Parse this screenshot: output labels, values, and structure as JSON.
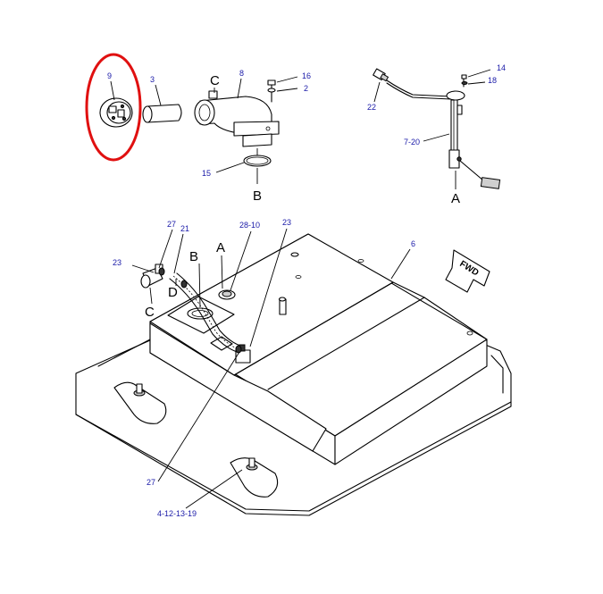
{
  "highlight_color": "#e01010",
  "callout_color": "#1a1aa8",
  "callouts": {
    "p9": "9",
    "p3": "3",
    "p8": "8",
    "p16": "16",
    "p2": "2",
    "p15": "15",
    "p22": "22",
    "p14": "14",
    "p18": "18",
    "p7_20": "7-20",
    "p27a": "27",
    "p21": "21",
    "p28_10": "28-10",
    "p23a": "23",
    "p23b": "23",
    "p6": "6",
    "p27b": "27",
    "p4_12_13_19": "4-12-13-19"
  },
  "view_labels": {
    "c_top": "C",
    "b_top": "B",
    "a_top": "A",
    "b_main": "B",
    "a_main": "A",
    "c_main": "C",
    "d_main": "D"
  },
  "fwd_arrow": {
    "label": "FWD"
  }
}
